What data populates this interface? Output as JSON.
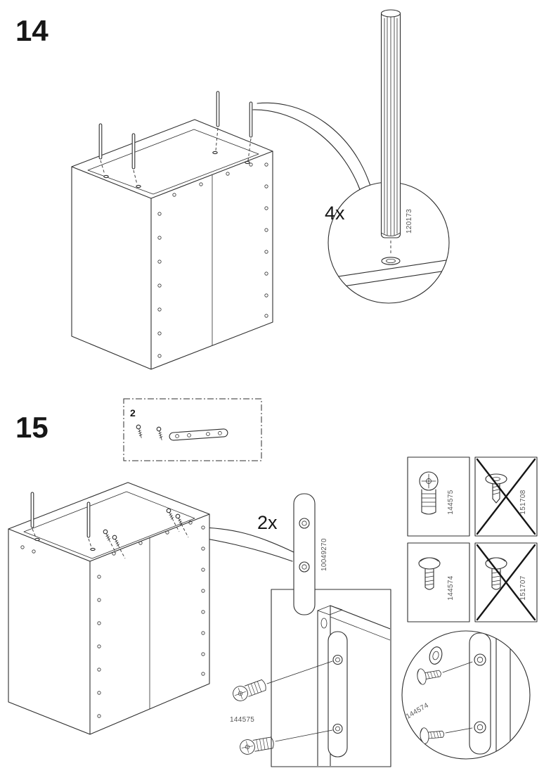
{
  "step14": {
    "step_number": "14",
    "quantity_label": "4x",
    "dowel_part_number": "120173"
  },
  "step15": {
    "step_number": "15",
    "inset_step_ref": "2",
    "bracket_quantity_label": "2x",
    "bracket_part_number": "10049270",
    "cam_screw_part_number": "144575",
    "round_screw_part_number": "144574",
    "hardware_panel": {
      "approved_cam": "144575",
      "rejected_screw_top": "151708",
      "approved_screw": "144574",
      "rejected_screw_bottom": "151707"
    }
  },
  "colors": {
    "line": "#2e2e2e",
    "part_number_text": "#555555",
    "background": "#ffffff"
  }
}
